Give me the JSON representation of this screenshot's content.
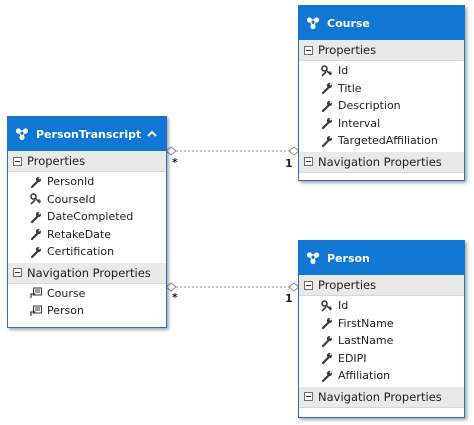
{
  "entities": {
    "course": {
      "title": "Course",
      "properties_label": "Properties",
      "properties": [
        "Id",
        "Title",
        "Description",
        "Interval",
        "TargetedAffiliation"
      ],
      "nav_label": "Navigation Properties"
    },
    "person_transcript": {
      "title": "PersonTranscript",
      "properties_label": "Properties",
      "properties": [
        "PersonId",
        "CourseId",
        "DateCompleted",
        "RetakeDate",
        "Certification"
      ],
      "nav_label": "Navigation Properties",
      "navigation": [
        "Course",
        "Person"
      ]
    },
    "person": {
      "title": "Person",
      "properties_label": "Properties",
      "properties": [
        "Id",
        "FirstName",
        "LastName",
        "EDIPI",
        "Affiliation"
      ],
      "nav_label": "Navigation Properties"
    }
  },
  "associations": {
    "transcript_course": {
      "from_mult": "*",
      "to_mult": "1"
    },
    "transcript_person": {
      "from_mult": "*",
      "to_mult": "1"
    }
  },
  "icons": {
    "key": "key-icon",
    "property": "wrench-icon",
    "navigation": "navigation-property-icon",
    "entity": "entity-type-icon",
    "collapse": "chevron-up-icon"
  },
  "colors": {
    "header": "#1078d4",
    "border": "#1e73c8",
    "section": "#e9e9e9",
    "connector": "#8a8a8a"
  }
}
